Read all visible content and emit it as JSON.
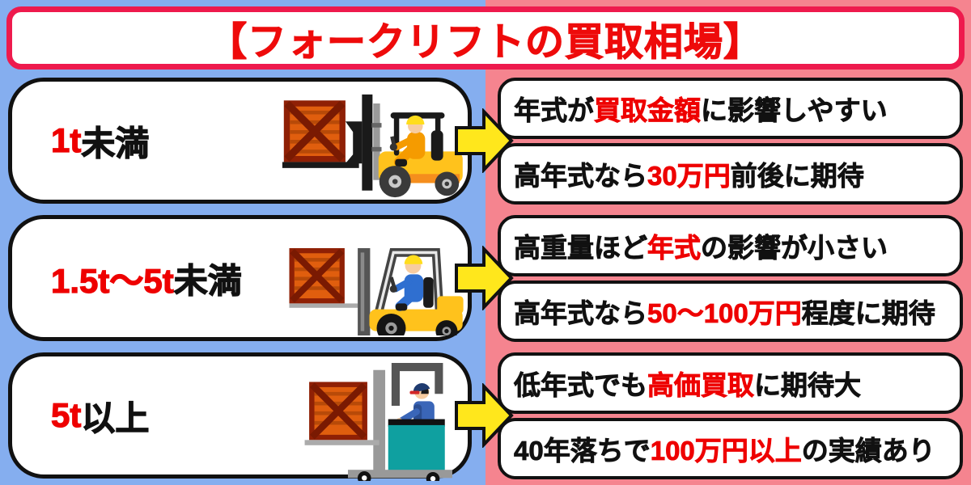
{
  "title": {
    "text": "【フォークリフトの買取相場】"
  },
  "colors": {
    "background_left": "#85AEEF",
    "background_right": "#F5848F",
    "title_border": "#EE1A4D",
    "title_text": "#EE0B0B",
    "accent_red": "#EE0000",
    "text_black": "#111111",
    "box_border": "#111111",
    "arrow_yellow": "#FFE71C",
    "crate_orange": "#E05E0E",
    "crate_frame": "#8F2005",
    "forklift_yellow": "#FFC21C",
    "reach_truck_teal": "#0FA0A0"
  },
  "icons": [
    {
      "name": "counterbalance-forklift-icon",
      "meaning": "sit-down forklift carrying crate"
    },
    {
      "name": "open-cab-forklift-icon",
      "meaning": "sit-down forklift with open cab carrying crate"
    },
    {
      "name": "reach-forklift-icon",
      "meaning": "stand-up reach forklift carrying crate"
    },
    {
      "name": "arrow-right-icon",
      "meaning": "yellow arrow pointing from category to facts"
    }
  ],
  "rows": [
    {
      "label": {
        "highlight": "1t",
        "rest": "未満"
      },
      "illustration": "counterbalance-forklift-icon",
      "facts": [
        {
          "pre": "年式が",
          "em": "買取金額",
          "post": "に影響しやすい"
        },
        {
          "pre": "高年式なら",
          "em": "30万円",
          "post": "前後に期待"
        }
      ]
    },
    {
      "label": {
        "highlight": "1.5t〜5t",
        "rest": "未満"
      },
      "illustration": "open-cab-forklift-icon",
      "facts": [
        {
          "pre": "高重量ほど",
          "em": "年式",
          "post": "の影響が小さい"
        },
        {
          "pre": "高年式なら",
          "em": "50〜100万円",
          "post": "程度に期待"
        }
      ]
    },
    {
      "label": {
        "highlight": "5t",
        "rest": "以上"
      },
      "illustration": "reach-forklift-icon",
      "facts": [
        {
          "pre": "低年式でも",
          "em": "高価買取",
          "post": "に期待大"
        },
        {
          "pre": "40年落ちで",
          "em": "100万円以上",
          "post": "の実績あり"
        }
      ]
    }
  ]
}
